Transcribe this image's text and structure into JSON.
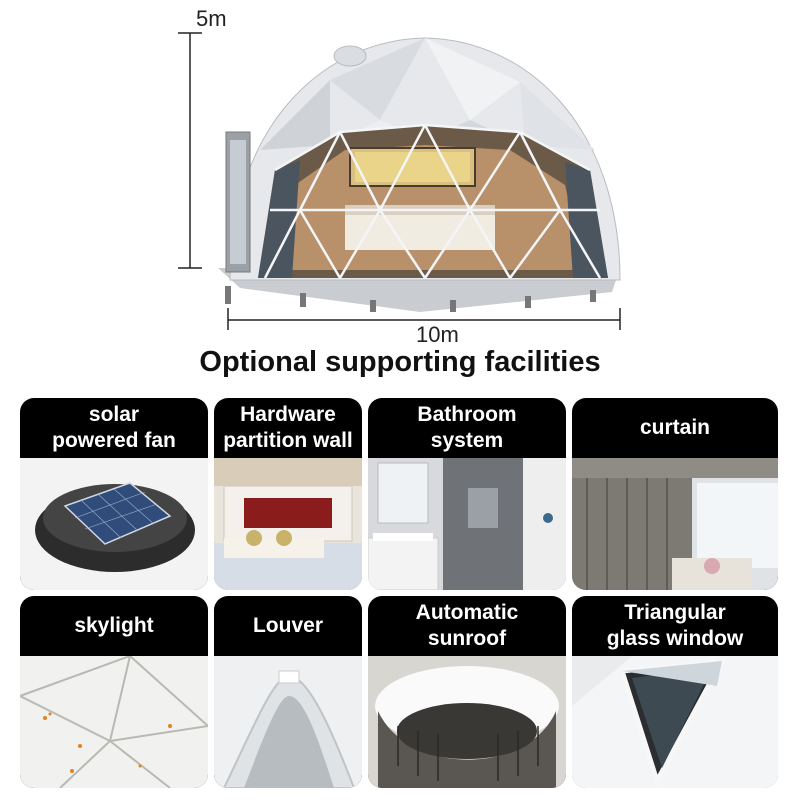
{
  "hero": {
    "height_label": "5m",
    "width_label": "10m"
  },
  "headline": "Optional supporting facilities",
  "facilities": [
    {
      "title": "solar\npowered fan"
    },
    {
      "title": "Hardware\npartition wall"
    },
    {
      "title": "Bathroom\nsystem"
    },
    {
      "title": "curtain"
    },
    {
      "title": "skylight"
    },
    {
      "title": "Louver"
    },
    {
      "title": "Automatic\nsunroof"
    },
    {
      "title": "Triangular\nglass window"
    }
  ],
  "colors": {
    "card_header": "#000000",
    "dome_shell": "#e8eaec",
    "text": "#111111"
  }
}
